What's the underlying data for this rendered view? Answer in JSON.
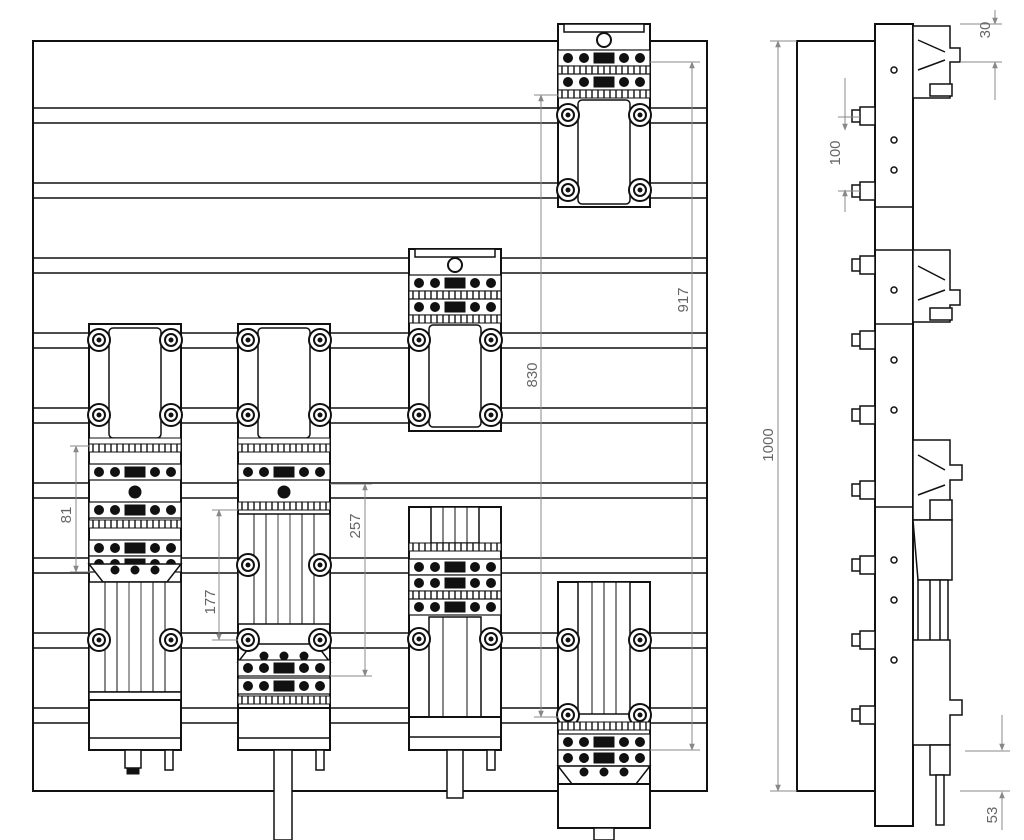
{
  "drawing": {
    "colors": {
      "line": "#1a1a1a",
      "dimension": "#777777",
      "background": "#ffffff"
    },
    "front_view": {
      "dimensions": {
        "d81": "81",
        "d177": "177",
        "d257": "257",
        "d830": "830",
        "d917": "917"
      }
    },
    "side_view": {
      "dimensions": {
        "d30": "30",
        "d100": "100",
        "d1000": "1000",
        "d53": "53"
      }
    }
  }
}
